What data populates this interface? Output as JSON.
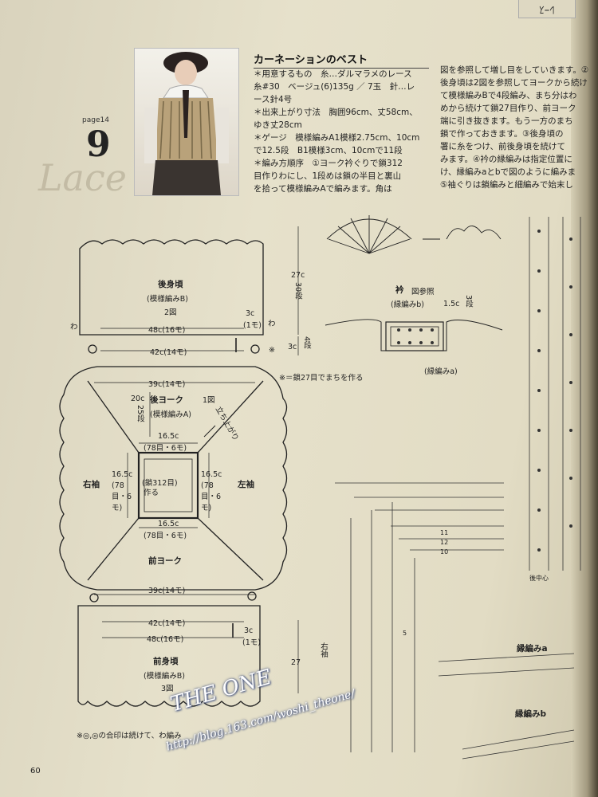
{
  "header": {
    "corner_tab": "ﾚｰｽ"
  },
  "pattern": {
    "page_ref": "page14",
    "number": "9",
    "script_word": "Lace",
    "title": "カーネーションのベスト"
  },
  "instructions": {
    "col1": [
      "＊用意するもの　糸…ダルマラメのレース",
      "糸#30　ベージュ(6)135g ／ 7玉　針…レ",
      "ース針4号",
      "＊出来上がり寸法　胸囲96cm、丈58cm、",
      "ゆき丈28cm",
      "＊ゲージ　模様編みA1模様2.75cm、10cm",
      "で12.5段　B1模様3cm、10cmで11段",
      "＊編み方順序　①ヨーク衿ぐりで鎖312",
      "目作りわにし、1段めは鎖の半目と裏山",
      "を拾って模様編みAで編みます。角は"
    ],
    "col2": [
      "図を参照して増し目をしていきます。②",
      "後身頃は2図を参照してヨークから続け",
      "て模様編みBで4段編み、まち分はわ",
      "めから続けて鎖27目作り、前ヨーク",
      "端に引き抜きます。もう一方のまち",
      "鎖で作っておきます。③後身頃の",
      "署に糸をつけ、前後身頃を続けて",
      "みます。④衿の縁編みは指定位置に",
      "け、縁編みaとbで図のように編みま",
      "⑤袖ぐりは鎖編みと細編みで始末し"
    ]
  },
  "diagram": {
    "back_body": "後身頃",
    "back_body_pattern": "(模様編みB)",
    "fig2": "2図",
    "wa": "わ",
    "width_48": "48c(16モ)",
    "width_42": "42c(14モ)",
    "height_27": "27c",
    "rows_30": "30段",
    "h_3c": "3c",
    "h_1mo": "(1モ)",
    "h_4": "4段",
    "mark_note": "※",
    "gusset_note": "※＝鎖27目でまちを作る",
    "width_39": "39c(14モ)",
    "rows_20c": "20c",
    "rows_25": "25段",
    "back_yoke": "後ヨーク",
    "yoke_pattern": "(模様編みA)",
    "fig1": "1図",
    "stand_up": "立ち上がり",
    "sq_165": "16.5c",
    "sq_78": "(78目・6モ)",
    "right_sleeve": "右袖",
    "left_sleeve": "左袖",
    "chain312": "(鎖312目)",
    "make": "作る",
    "front_yoke": "前ヨーク",
    "front_body": "前身頃",
    "front_body_pattern": "(模様編みB)",
    "fig3": "3図",
    "front_27": "27",
    "footnote": "※◎,◎の合印は続けて、わ編み"
  },
  "collar": {
    "label": "衿",
    "ref": "図参照",
    "edge_b": "(縁編みb)",
    "w15": "1.5c",
    "rows3": "3段",
    "edge_a": "(縁編みa)"
  },
  "chart": {
    "sleeve_label": "右袖",
    "center_back": "後中心",
    "edge_a": "縁編みa",
    "edge_b": "縁編みb",
    "row_nums": [
      "12",
      "10",
      "11",
      "5"
    ]
  },
  "footer": {
    "page_number": "60"
  },
  "watermark": {
    "brand": "THE ONE",
    "url": "http://blog.163.com/woshi_theone/"
  }
}
